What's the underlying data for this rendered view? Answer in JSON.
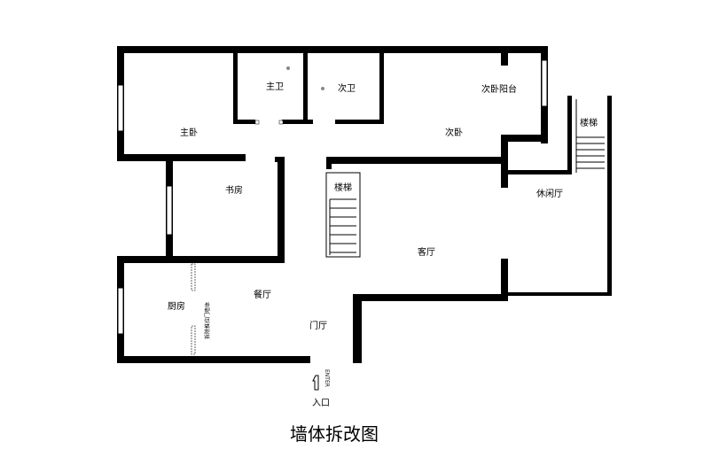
{
  "diagram": {
    "title": "墙体拆改图",
    "rooms": {
      "master_bedroom": "主卧",
      "master_bath": "主卫",
      "second_bath": "次卫",
      "second_bedroom_balcony": "次卧阳台",
      "second_bedroom": "次卧",
      "stairs_right": "楼梯",
      "study": "书房",
      "stairs_center": "楼梯",
      "lounge": "休闲厅",
      "living_room": "客厅",
      "dining_room": "餐厅",
      "kitchen": "厨房",
      "foyer": "门厅"
    },
    "entrance": {
      "label": "入口",
      "arrow_text": "ENTER"
    },
    "annotation": "拆除推拉门墙体"
  }
}
